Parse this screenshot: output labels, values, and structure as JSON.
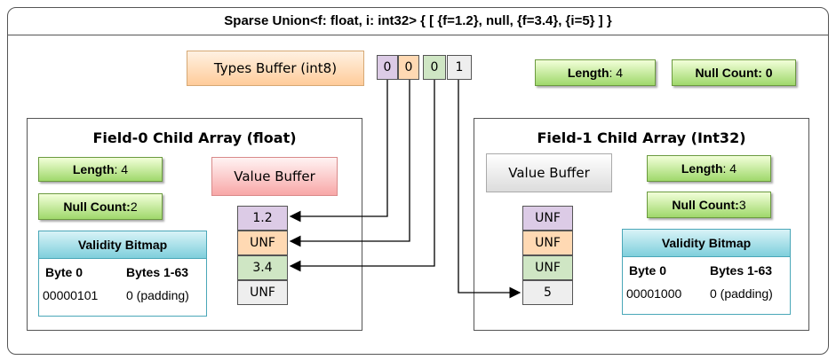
{
  "title": "Sparse Union<f: float, i: int32> { [ {f=1.2}, null, {f=3.4}, {i=5} ] }",
  "types_buffer": {
    "label": "Types Buffer (int8)",
    "values": [
      "0",
      "0",
      "0",
      "1"
    ],
    "colors": [
      "#dccbe6",
      "#ffd9b3",
      "#cfe6c4",
      "#eeeeee"
    ]
  },
  "top": {
    "length_label": "Length",
    "length_value": ": 4",
    "null_count_label": "Null Count: 0"
  },
  "field0": {
    "title": "Field-0 Child Array (float)",
    "length_label": "Length",
    "length_value": ": 4",
    "null_count_label": "Null Count:",
    "null_count_value": " 2",
    "value_buffer_label": "Value Buffer",
    "values": [
      "1.2",
      "UNF",
      "3.4",
      "UNF"
    ],
    "value_colors": [
      "#dccbe6",
      "#ffd9b3",
      "#cfe6c4",
      "#eeeeee"
    ],
    "bitmap": {
      "title": "Validity Bitmap",
      "col1_header": "Byte 0",
      "col2_header": "Bytes 1-63",
      "col1_value": "00000101",
      "col2_value": "0 (padding)"
    }
  },
  "field1": {
    "title": "Field-1 Child Array (Int32)",
    "length_label": "Length",
    "length_value": ": 4",
    "null_count_label": "Null Count:",
    "null_count_value": " 3",
    "value_buffer_label": "Value Buffer",
    "values": [
      "UNF",
      "UNF",
      "UNF",
      "5"
    ],
    "value_colors": [
      "#dccbe6",
      "#ffd9b3",
      "#cfe6c4",
      "#eeeeee"
    ],
    "bitmap": {
      "title": "Validity Bitmap",
      "col1_header": "Byte 0",
      "col2_header": "Bytes 1-63",
      "col1_value": "00001000",
      "col2_value": "0 (padding)"
    }
  }
}
